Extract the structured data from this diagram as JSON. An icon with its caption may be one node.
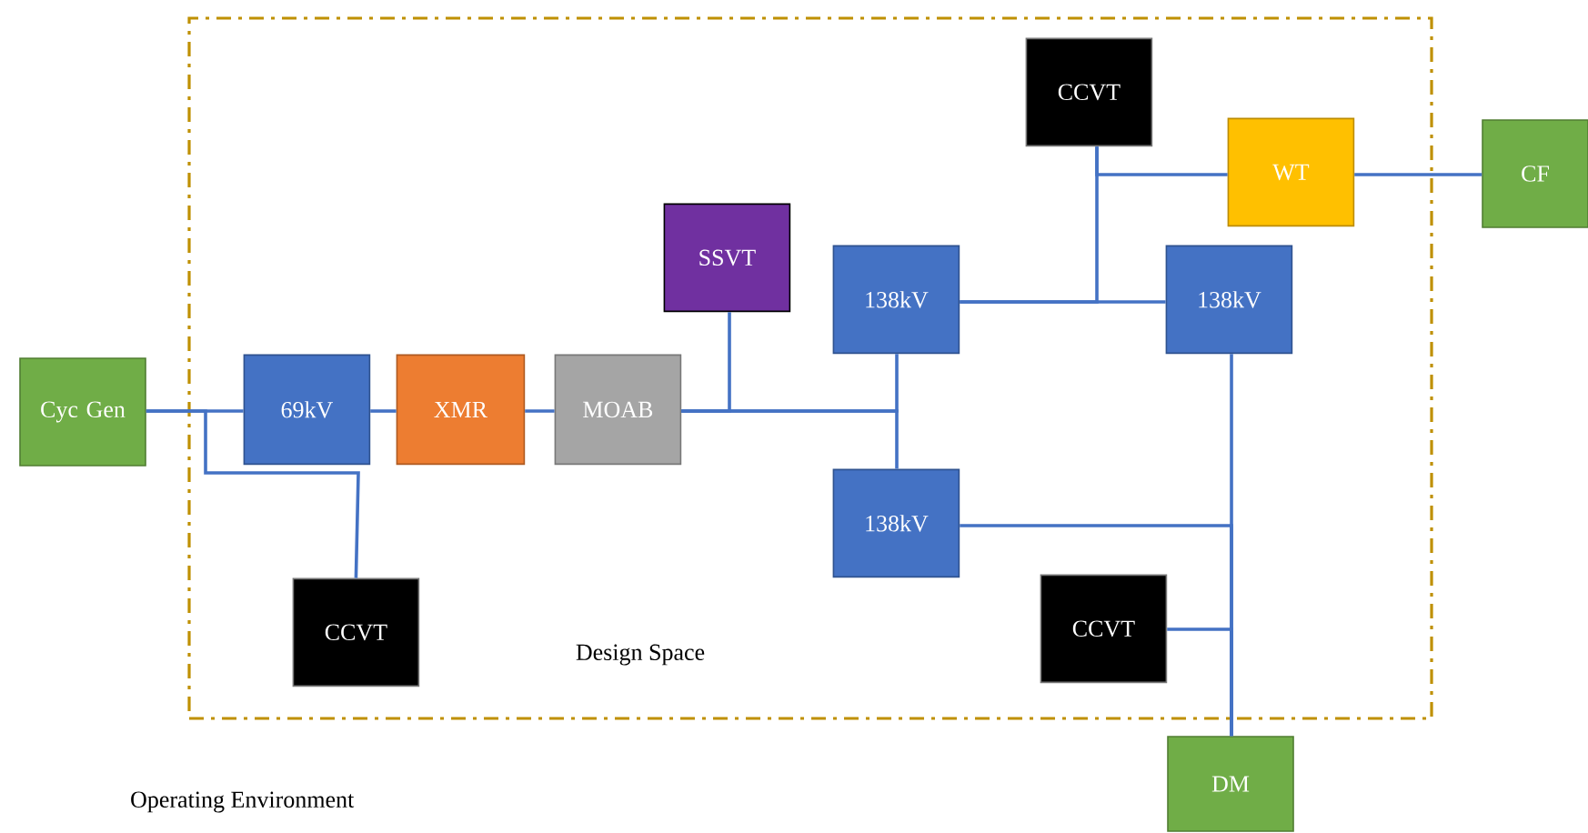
{
  "diagram": {
    "nodes": [
      {
        "text": [
          "Design Space"
        ]
      },
      {
        "text": [
          "Cyc Gen"
        ]
      },
      {
        "text": [
          "69kV"
        ],
        "in": 0
      },
      {
        "text": [
          "XMR"
        ],
        "in": 0
      },
      {
        "text": [
          "MOAB"
        ],
        "in": 0
      },
      {
        "text": [
          "SSVT"
        ],
        "in": 0
      },
      {
        "text": [
          "CCVT"
        ],
        "in": 0
      },
      {
        "text": [
          "138kV"
        ],
        "in": 0
      },
      {
        "text": [
          "138kV"
        ],
        "in": 0
      },
      {
        "text": [
          "CCVT"
        ],
        "in": 0
      },
      {
        "text": [
          "WT"
        ],
        "in": 0
      },
      {
        "text": [
          "CF"
        ]
      },
      {
        "text": [
          "138kV"
        ],
        "in": 0
      },
      {
        "text": [
          "CCVT"
        ],
        "in": 0
      },
      {
        "text": [
          "DM"
        ]
      }
    ],
    "edges": [
      {
        "from": 1,
        "to": 2,
        "arrow": "none"
      },
      {
        "from": 1,
        "to": 6,
        "arrow": "none"
      },
      {
        "from": 2,
        "to": 3,
        "arrow": "none"
      },
      {
        "from": 3,
        "to": 4,
        "arrow": "none"
      },
      {
        "from": 4,
        "to": 5,
        "arrow": "none"
      },
      {
        "from": 4,
        "to": 7,
        "arrow": "none"
      },
      {
        "from": 4,
        "to": 8,
        "arrow": "none"
      },
      {
        "from": 7,
        "to": 12,
        "arrow": "none"
      },
      {
        "from": 9,
        "to": 7,
        "arrow": "none"
      },
      {
        "from": 9,
        "to": 10,
        "arrow": "none"
      },
      {
        "from": 10,
        "to": 11,
        "arrow": "none"
      },
      {
        "from": 12,
        "to": 14,
        "arrow": "none"
      },
      {
        "from": 8,
        "to": 14,
        "arrow": "none"
      },
      {
        "from": 13,
        "to": 14,
        "arrow": "none"
      }
    ],
    "labels": [
      "Operating Environment"
    ]
  }
}
